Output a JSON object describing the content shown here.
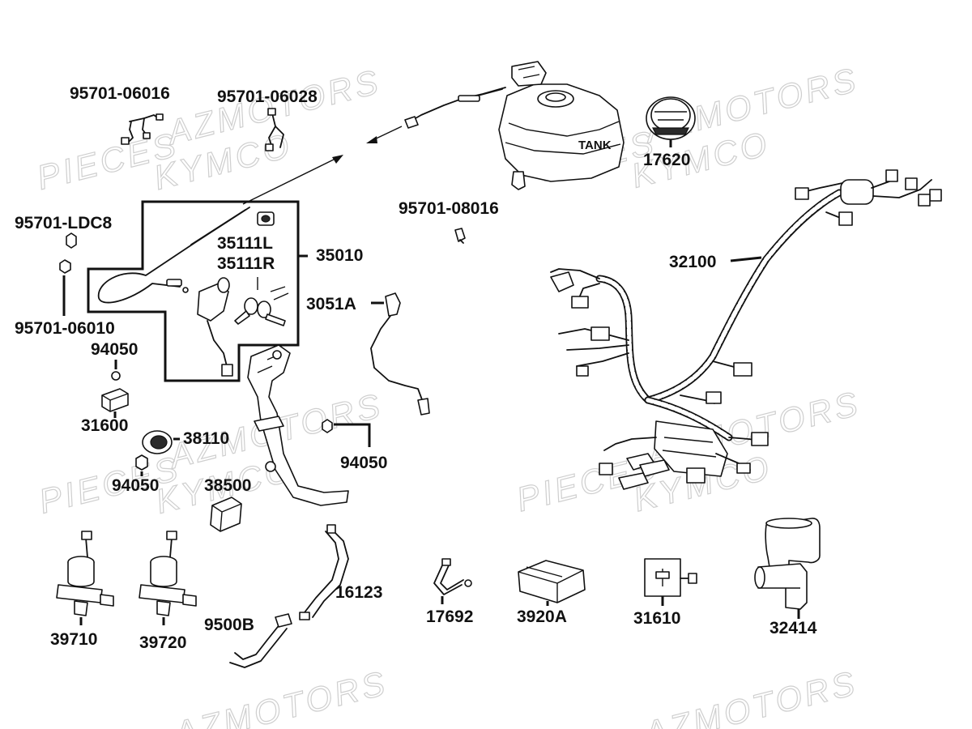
{
  "diagram": {
    "watermark": {
      "pieces": "PIECES",
      "azmotors": "AZMOTORS",
      "kymco": "KYMCO"
    },
    "labels": {
      "p95701_06016": "95701-06016",
      "p95701_06028": "95701-06028",
      "p95701_ldc8": "95701-LDC8",
      "p95701_06010": "95701-06010",
      "p94050_a": "94050",
      "p31600": "31600",
      "p38110": "38110",
      "p94050_b": "94050",
      "p38500": "38500",
      "p94050_c": "94050",
      "p35111l": "35111L",
      "p35111r": "35111R",
      "p35010": "35010",
      "p3051a": "3051A",
      "p95701_08016": "95701-08016",
      "tank": "TANK",
      "p17620": "17620",
      "p32100": "32100",
      "p16123": "16123",
      "p9500b": "9500B",
      "p39710": "39710",
      "p39720": "39720",
      "p17692": "17692",
      "p3920a": "3920A",
      "p31610": "31610",
      "p32414": "32414"
    }
  }
}
